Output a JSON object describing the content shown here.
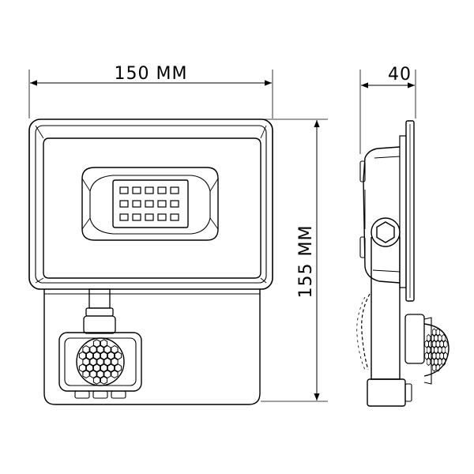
{
  "dimensions": {
    "width_label": "150 MM",
    "height_label": "155 MM",
    "depth_label": "40"
  },
  "colors": {
    "line": "#000000",
    "background": "#ffffff"
  }
}
